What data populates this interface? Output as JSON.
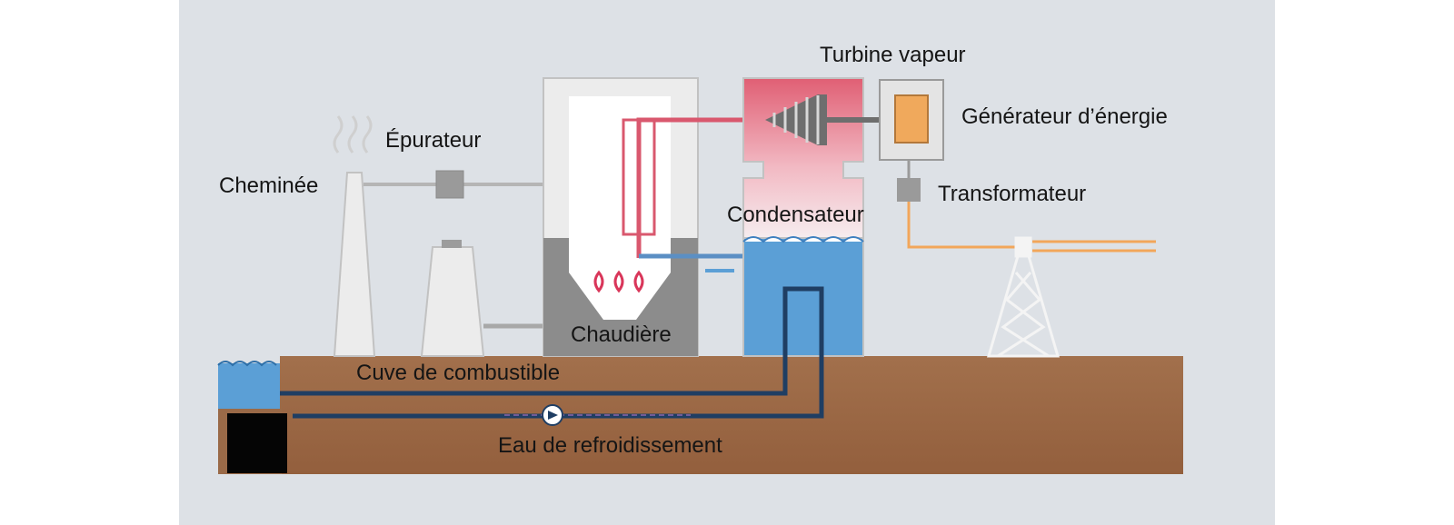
{
  "labels": {
    "turbine": "Turbine vapeur",
    "generator": "Générateur d’énergie",
    "purifier": "Épurateur",
    "chimney": "Cheminée",
    "transformer": "Transformateur",
    "condenser": "Condensateur",
    "boiler": "Chaudière",
    "fuel_tank": "Cuve de combustible",
    "cooling_water": "Eau de refroidissement"
  },
  "colors": {
    "background": "#dde1e6",
    "ground": "#9a6a48",
    "structure": "#ececec",
    "boiler_dark": "#8c8c8c",
    "steam_red": "#d9586e",
    "water_blue": "#5b9fd6",
    "pipe_dark_blue": "#1f3e63",
    "power_line": "#f2a65a",
    "generator_core": "#f0a95c"
  }
}
